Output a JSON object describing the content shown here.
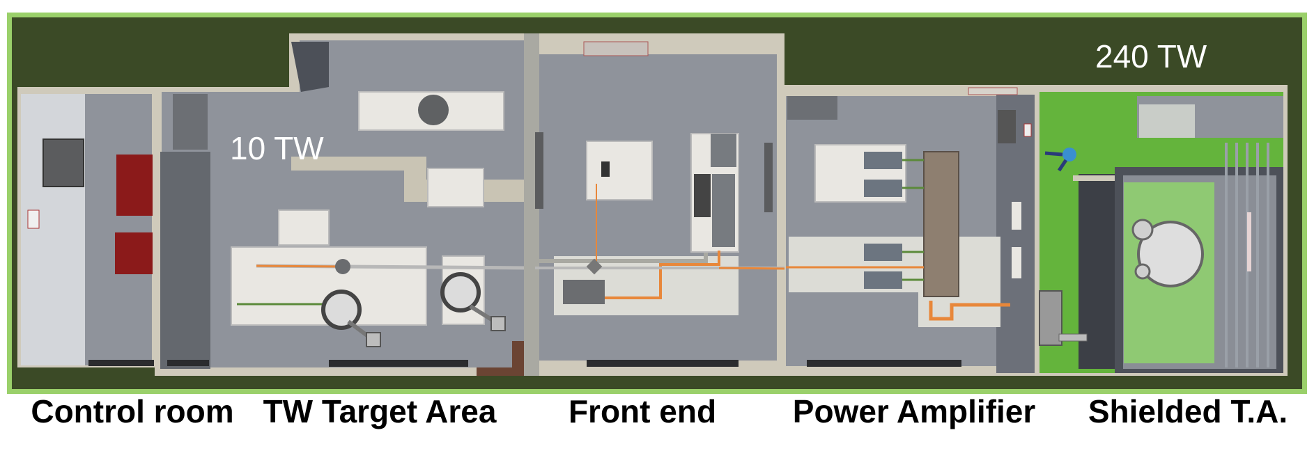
{
  "labels": {
    "power_10": "10 TW",
    "power_240": "240 TW"
  },
  "rooms": [
    {
      "name": "Control room"
    },
    {
      "name": "TW Target Area"
    },
    {
      "name": "Front end"
    },
    {
      "name": "Power Amplifier"
    },
    {
      "name": "Shielded T.A."
    }
  ],
  "colors": {
    "ground": "#3b4a26",
    "border": "#9ad06a",
    "floor": "#8f939b",
    "wall": "#c9c4b4",
    "table": "#e9e7e2",
    "beam_orange": "#e8873a",
    "shield_green": "#64b43c",
    "chair_red": "#8b1a1a"
  }
}
